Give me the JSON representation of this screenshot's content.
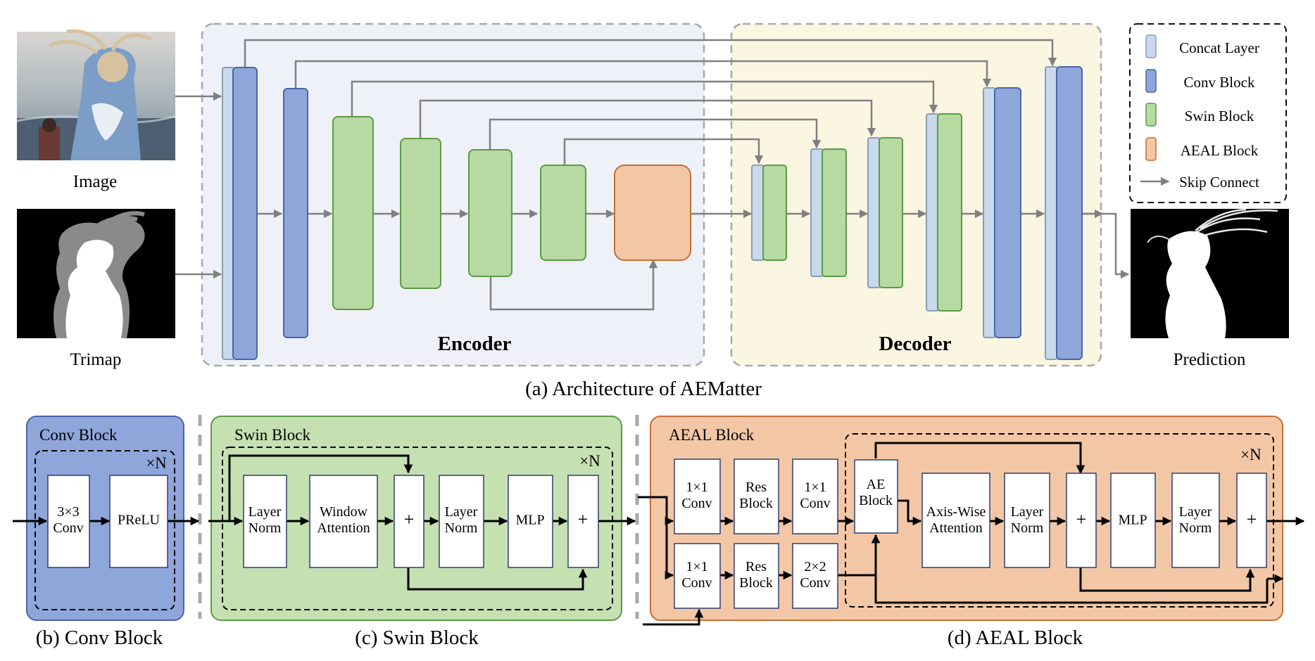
{
  "inputs": {
    "image_label": "Image",
    "trimap_label": "Trimap",
    "prediction_label": "Prediction"
  },
  "architecture": {
    "encoder_label": "Encoder",
    "decoder_label": "Decoder",
    "caption": "(a) Architecture of AEMatter"
  },
  "legend": {
    "items": [
      {
        "label": "Concat Layer",
        "color": "#c9d9ec"
      },
      {
        "label": "Conv Block",
        "color": "#8fa6da"
      },
      {
        "label": "Swin Block",
        "color": "#b7d9a2"
      },
      {
        "label": "AEAL Block",
        "color": "#f3c7a6"
      },
      {
        "label": "Skip Connect",
        "color": "#808080"
      }
    ]
  },
  "conv_block": {
    "title": "Conv Block",
    "repeat": "×N",
    "ops": [
      "3×3\nConv",
      "PReLU"
    ],
    "caption": "(b) Conv Block"
  },
  "swin_block": {
    "title": "Swin Block",
    "repeat": "×N",
    "ops": [
      "Layer\nNorm",
      "Window\nAttention",
      "+",
      "Layer\nNorm",
      "MLP",
      "+"
    ],
    "caption": "(c) Swin Block"
  },
  "aeal_block": {
    "title": "AEAL Block",
    "repeat": "×N",
    "ops_top": [
      "1×1\nConv",
      "Res\nBlock",
      "1×1\nConv"
    ],
    "ops_bottom": [
      "1×1\nConv",
      "Res\nBlock",
      "2×2\nConv"
    ],
    "ops_main": [
      "AE\nBlock",
      "Axis-Wise\nAttention",
      "Layer\nNorm",
      "+",
      "MLP",
      "Layer\nNorm",
      "+"
    ],
    "caption": "(d) AEAL Block"
  },
  "colors": {
    "conv": "#8fa6da",
    "conv_stroke": "#4a64a8",
    "concat": "#c9d9ec",
    "swin": "#b7d9a2",
    "swin_stroke": "#5c9a46",
    "aeal": "#f3c7a6",
    "aeal_stroke": "#c86c36",
    "encoder_bg": "#eef2f8",
    "decoder_bg": "#fbf6e2",
    "arrow": "#808080"
  }
}
